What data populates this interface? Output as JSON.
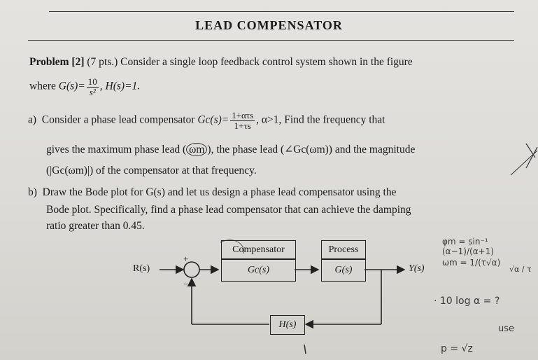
{
  "header": {
    "title": "LEAD COMPENSATOR"
  },
  "problem": {
    "label": "Problem [2]",
    "points": "(7 pts.)",
    "intro": "Consider a single loop feedback control system shown in the figure",
    "where": "where",
    "G_lhs": "G(s)=",
    "G_num": "10",
    "G_den": "s²",
    "H_def": ",  H(s)=1."
  },
  "part_a": {
    "marker": "a)",
    "text1": "Consider a phase lead compensator",
    "Gc_lhs": "Gc(s)=",
    "Gc_num": "1+ατs",
    "Gc_den": "1+τs",
    "text2": ",   α>1, Find the frequency that",
    "line2a": "gives the maximum phase lead (",
    "omega_m": "ωm",
    "line2b": "), the phase lead (∠Gc(ωm)) and the magnitude",
    "line3": "(|Gc(ωm)|) of the compensator at that frequency."
  },
  "part_b": {
    "marker": "b)",
    "line1": "Draw the Bode plot for  G(s)  and let us design a phase lead compensator using the",
    "line2": "Bode plot. Specifically, find a phase lead compensator that can achieve the damping",
    "line3": "ratio greater than 0.45."
  },
  "diagram": {
    "input": "R(s)",
    "plus": "+",
    "minus": "−",
    "compensator_title": "Compensator",
    "compensator_tf": "Gc(s)",
    "process_title": "Process",
    "process_tf": "G(s)",
    "output": "Y(s)",
    "feedback": "H(s)"
  },
  "handwriting": {
    "n1": "φm = sin⁻¹ (α−1)/(α+1)",
    "n2": "ωm = 1/(τ√α)",
    "n3": "√α / τ",
    "n4": "· 10 log α  =  ?",
    "n5": "use",
    "n6": "p = √z"
  }
}
